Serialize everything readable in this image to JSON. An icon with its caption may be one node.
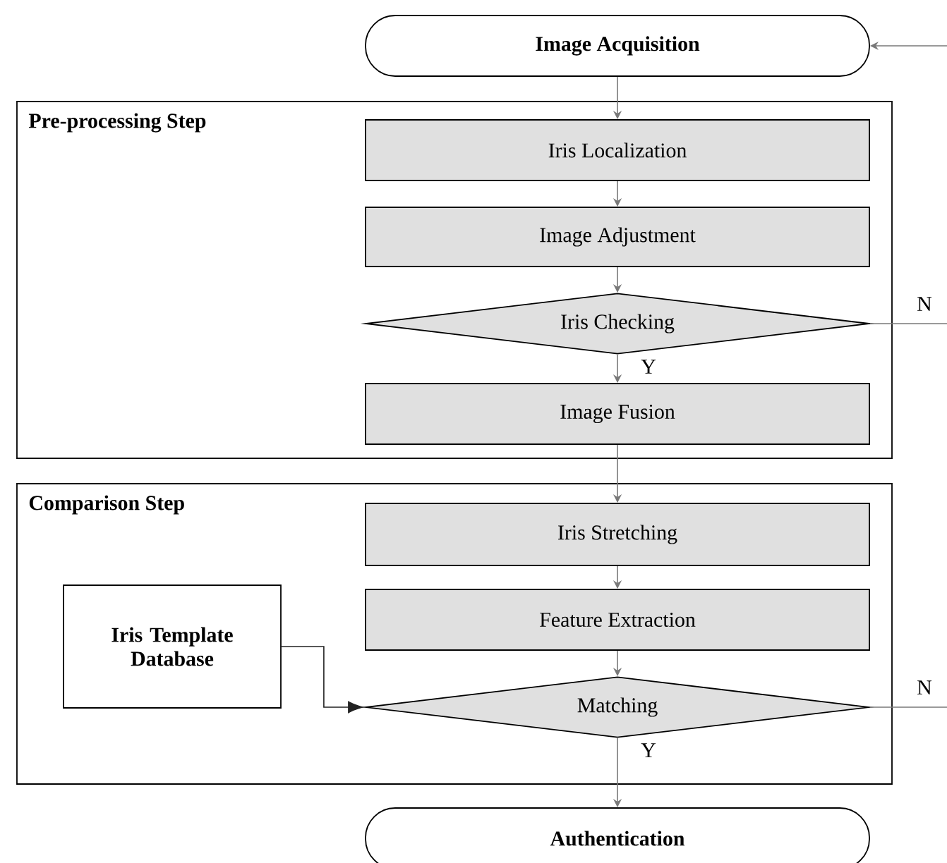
{
  "diagram": {
    "nodes": [
      {
        "text": [
          "Image Acquisition"
        ]
      },
      {
        "text": [
          "Pre-processing Step"
        ]
      },
      {
        "text": [
          "Iris Localization"
        ],
        "in": 1
      },
      {
        "text": [
          "Image Adjustment"
        ],
        "in": 1
      },
      {
        "text": [
          "Iris Checking"
        ],
        "in": 1
      },
      {
        "text": [
          "Image Fusion"
        ],
        "in": 1
      },
      {
        "text": [
          "Comparison Step"
        ]
      },
      {
        "text": [
          "Iris Stretching"
        ],
        "in": 6
      },
      {
        "text": [
          "Feature Extraction"
        ],
        "in": 6
      },
      {
        "text": [
          "Iris Template Database"
        ],
        "in": 6
      },
      {
        "text": [
          "Matching"
        ],
        "in": 6
      },
      {
        "text": [
          "Authentication"
        ]
      }
    ],
    "edges": [
      {
        "from": 0,
        "to": 2,
        "arrow": "to"
      },
      {
        "from": 2,
        "to": 3,
        "arrow": "to"
      },
      {
        "from": 3,
        "to": 4,
        "arrow": "to"
      },
      {
        "from": 4,
        "to": 5,
        "arrow": "to",
        "label": "Y"
      },
      {
        "from": 5,
        "to": 7,
        "arrow": "to"
      },
      {
        "from": 7,
        "to": 8,
        "arrow": "to"
      },
      {
        "from": 8,
        "to": 10,
        "arrow": "to"
      },
      {
        "from": 9,
        "to": 10,
        "arrow": "to",
        "color": "#222222"
      },
      {
        "from": 10,
        "to": 11,
        "arrow": "to",
        "label": "Y"
      },
      {
        "from": 4,
        "to": null,
        "arrow": "none",
        "label": "N"
      },
      {
        "from": 10,
        "to": null,
        "arrow": "none",
        "label": "N"
      },
      {
        "from": null,
        "to": 0,
        "arrow": "to"
      }
    ]
  }
}
